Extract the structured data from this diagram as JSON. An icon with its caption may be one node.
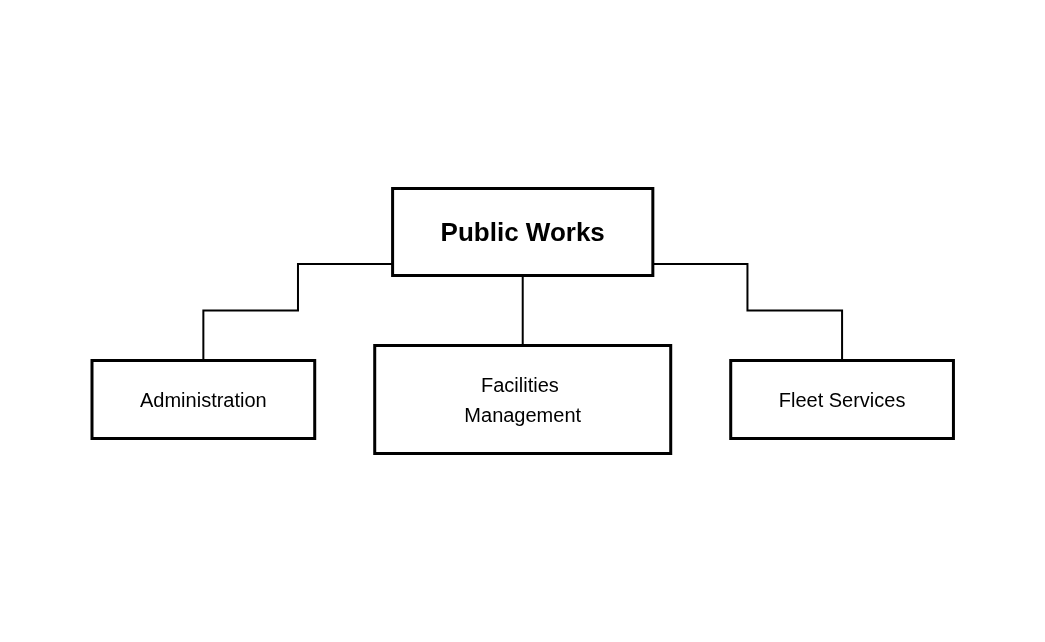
{
  "diagram": {
    "nodes": [
      {
        "text": [
          "Public Works"
        ]
      },
      {
        "text": [
          "Administration"
        ]
      },
      {
        "text": [
          "Facilities Management"
        ]
      },
      {
        "text": [
          "Fleet Services"
        ]
      }
    ],
    "edges": [
      {
        "from": 0,
        "to": 1,
        "arrow": "none"
      },
      {
        "from": 0,
        "to": 2,
        "arrow": "none"
      },
      {
        "from": 0,
        "to": 3,
        "arrow": "none"
      }
    ]
  }
}
